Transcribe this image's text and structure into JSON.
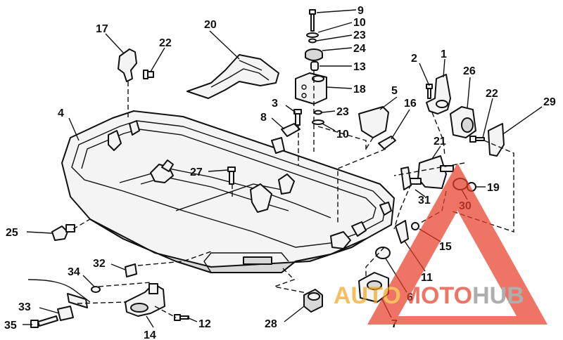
{
  "callouts": [
    "9",
    "10",
    "23",
    "24",
    "13",
    "18",
    "3",
    "23",
    "8",
    "10",
    "20",
    "17",
    "22",
    "4",
    "2",
    "1",
    "26",
    "5",
    "16",
    "22",
    "29",
    "21",
    "27",
    "19",
    "31",
    "30",
    "25",
    "15",
    "11",
    "6",
    "7",
    "32",
    "34",
    "33",
    "35",
    "14",
    "12",
    "28"
  ],
  "watermark": {
    "part1": "AUTO",
    "part2": "MOTO",
    "part3": "HUB",
    "color_orange": "#f5a623",
    "color_red": "#e8402a",
    "color_grey": "#8f8f8f"
  }
}
